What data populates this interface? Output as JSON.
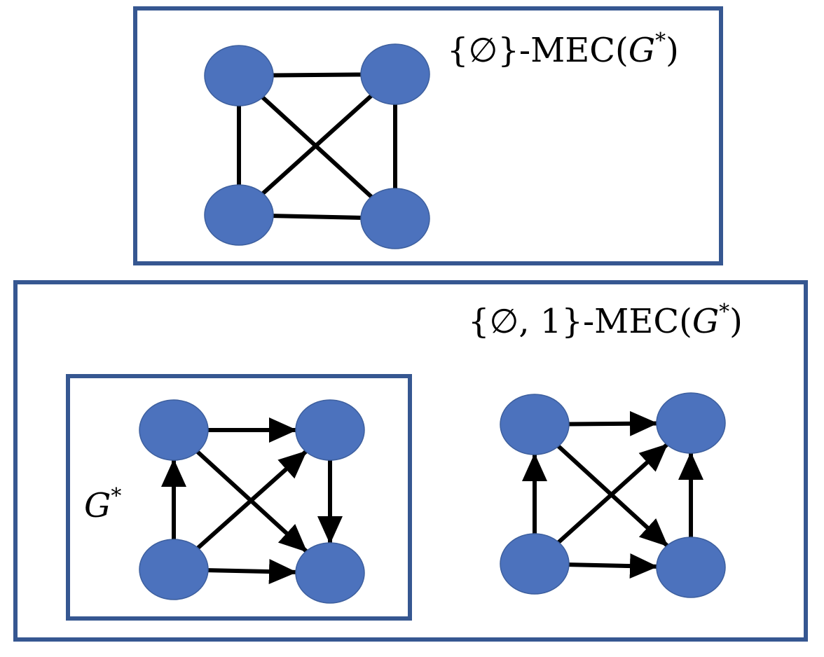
{
  "panels": {
    "top": {
      "label_pre": "{∅}-MEC(",
      "label_var": "G",
      "label_sup": "*",
      "label_post": ")",
      "edges": [
        [
          "a",
          "b"
        ],
        [
          "a",
          "c"
        ],
        [
          "a",
          "d"
        ],
        [
          "b",
          "c"
        ],
        [
          "b",
          "d"
        ],
        [
          "c",
          "d"
        ]
      ],
      "directed": false
    },
    "bottom": {
      "label_pre": "{∅, 1}-MEC(",
      "label_var": "G",
      "label_sup": "*",
      "label_post": ")",
      "gstar": {
        "label_var": "G",
        "label_sup": "*",
        "edges": [
          [
            "tl",
            "tr"
          ],
          [
            "bl",
            "tl"
          ],
          [
            "bl",
            "tr"
          ],
          [
            "tl",
            "br"
          ],
          [
            "tr",
            "br"
          ],
          [
            "bl",
            "br"
          ]
        ],
        "directed": true
      },
      "alt": {
        "edges": [
          [
            "tl",
            "tr"
          ],
          [
            "bl",
            "tl"
          ],
          [
            "bl",
            "tr"
          ],
          [
            "tl",
            "br"
          ],
          [
            "br",
            "tr"
          ],
          [
            "bl",
            "br"
          ]
        ],
        "directed": true
      }
    }
  },
  "colors": {
    "node": "#4c72bd",
    "frame": "#365791",
    "edge": "#000000"
  }
}
